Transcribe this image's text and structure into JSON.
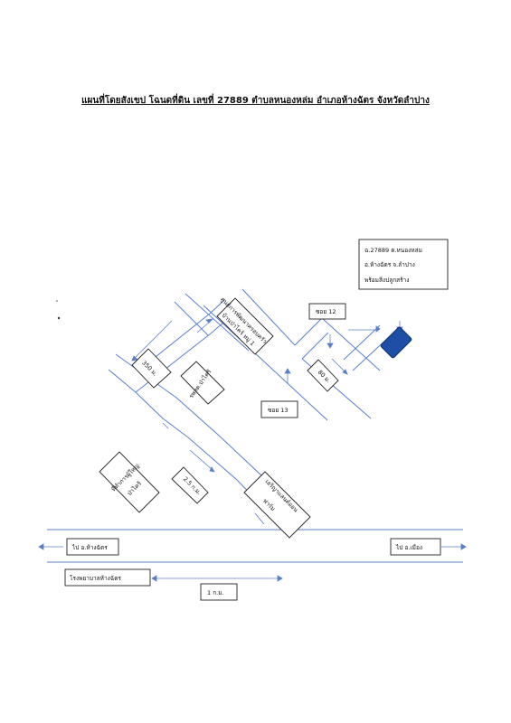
{
  "title": "แผนที่โดยสังเขป โฉนดที่ดิน เลขที่ 27889 ตำบลหนองหล่ม อำเภอห้างฉัตร จังหวัดลำปาง",
  "colors": {
    "road": "#5b7fc7",
    "target": "#1d4fa6",
    "box": "#222222"
  },
  "target_box": {
    "line1": "ฉ.27889 ต.หนองหล่ม",
    "line2": "อ.ห้างฉัตร จ.ลำปาง",
    "line3": "พร้อมสิ่งปลูกสร้าง"
  },
  "labels": {
    "soi12": "ซอย 12",
    "soi13": "ซอย 13",
    "d80": "80 ม.",
    "d350": "350 ม.",
    "d25": "2.5 ก.ม.",
    "d1km": "1 ก.ม.",
    "school": "รพสต.ป่าไคร้",
    "dev_center_l1": "ศูนย์การพัฒนาครอบครัว",
    "dev_center_l2": "บ้านป่าไคร้ หมู่ 1",
    "vil_office_l1": "ที่ทำการผู้ใหญ่",
    "vil_office_l2": "ป่าไคร้",
    "farm_l1": "เอริญาแลนด์ออน",
    "farm_l2": "ฟาร์ม",
    "to_hangchat": "ไป อ.ห้างฉัตร",
    "to_mueang": "ไป อ.เมือง",
    "hospital": "โรงพยาบาลห้างฉัตร"
  }
}
